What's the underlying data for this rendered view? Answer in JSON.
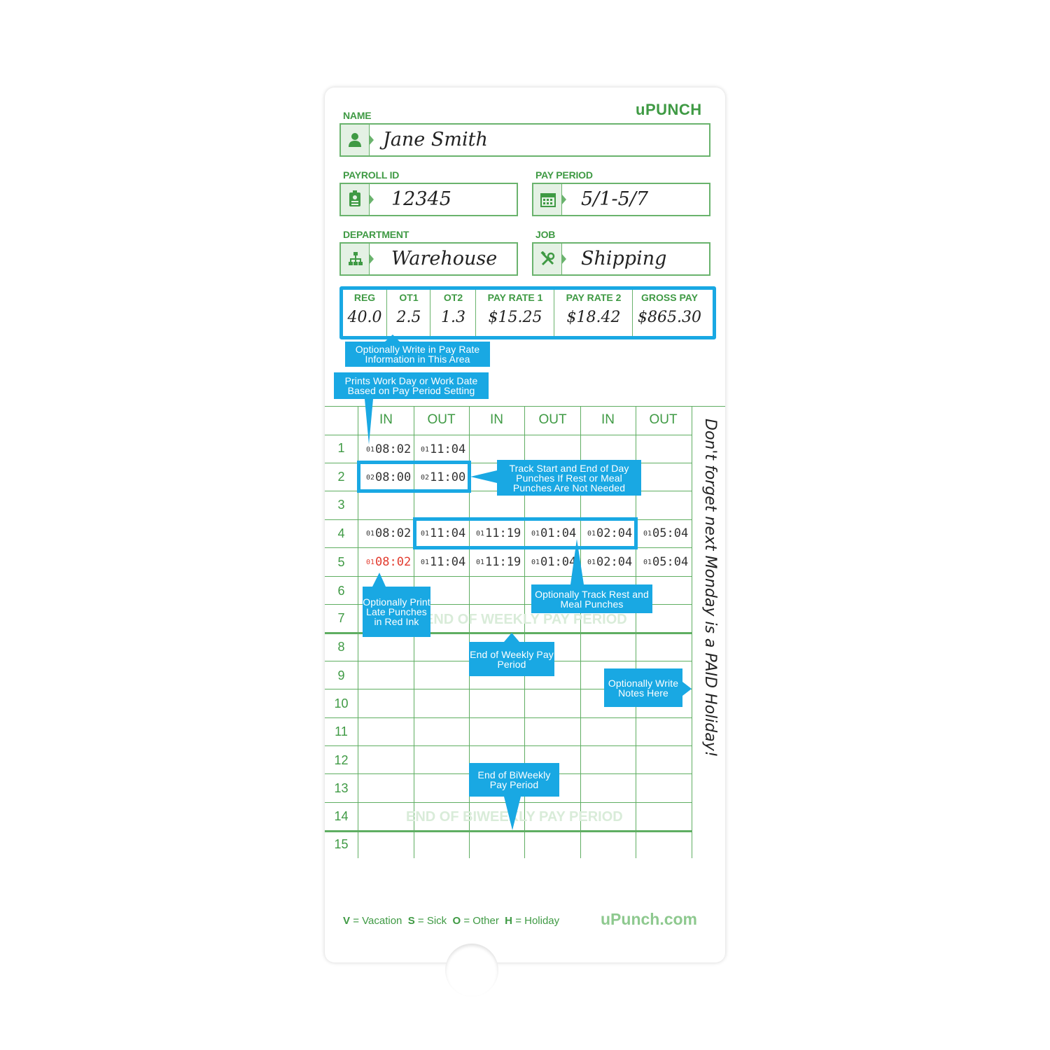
{
  "brand": {
    "logo": "uPUNCH",
    "website": "uPunch.com"
  },
  "fields": {
    "name": {
      "label": "NAME",
      "value": "Jane Smith",
      "icon": "person-icon"
    },
    "payroll_id": {
      "label": "PAYROLL ID",
      "value": "12345",
      "icon": "id-badge-icon"
    },
    "pay_period": {
      "label": "PAY PERIOD",
      "value": "5/1-5/7",
      "icon": "calendar-icon"
    },
    "department": {
      "label": "DEPARTMENT",
      "value": "Warehouse",
      "icon": "org-chart-icon"
    },
    "job": {
      "label": "JOB",
      "value": "Shipping",
      "icon": "tools-icon"
    }
  },
  "pay": {
    "headers": [
      "REG",
      "OT1",
      "OT2",
      "PAY RATE 1",
      "PAY RATE 2",
      "GROSS PAY"
    ],
    "values": [
      "40.0",
      "2.5",
      "1.3",
      "$15.25",
      "$18.42",
      "$865.30"
    ]
  },
  "grid": {
    "columns": [
      "IN",
      "OUT",
      "IN",
      "OUT",
      "IN",
      "OUT"
    ],
    "rows": [
      "1",
      "2",
      "3",
      "4",
      "5",
      "6",
      "7",
      "8",
      "9",
      "10",
      "11",
      "12",
      "13",
      "14",
      "15"
    ],
    "punches": [
      {
        "day": "01",
        "time": "08:02"
      },
      {
        "day": "01",
        "time": "11:04"
      },
      {
        "day": "02",
        "time": "08:00"
      },
      {
        "day": "02",
        "time": "11:00"
      },
      {
        "day": "01",
        "time": "08:02"
      },
      {
        "day": "01",
        "time": "11:04"
      },
      {
        "day": "01",
        "time": "11:19"
      },
      {
        "day": "01",
        "time": "01:04"
      },
      {
        "day": "01",
        "time": "02:04"
      },
      {
        "day": "01",
        "time": "05:04"
      },
      {
        "day": "01",
        "time": "08:02"
      },
      {
        "day": "01",
        "time": "11:04"
      },
      {
        "day": "01",
        "time": "11:19"
      },
      {
        "day": "01",
        "time": "01:04"
      },
      {
        "day": "01",
        "time": "02:04"
      },
      {
        "day": "01",
        "time": "05:04"
      }
    ],
    "weekly_marker": "END OF WEEKLY PAY PERIOD",
    "biweekly_marker": "END OF BIWEEKLY PAY PERIOD",
    "note": "Don't forget next Monday is a PAID Holiday!"
  },
  "callouts": {
    "pay_rate": "Optionally Write in Pay Rate Information in This Area",
    "work_day": "Prints Work Day or Work Date Based on Pay Period Setting",
    "start_end": "Track Start and End of Day Punches If Rest or Meal Punches Are Not Needed",
    "rest_meal": "Optionally Track Rest and Meal Punches",
    "late_red": "Optionally Print Late Punches in Red Ink",
    "weekly": "End of Weekly Pay Period",
    "notes": "Optionally Write Notes Here",
    "biweekly": "End of BiWeekly Pay Period"
  },
  "legend": {
    "v_key": "V",
    "v_text": "= Vacation",
    "s_key": "S",
    "s_text": "= Sick",
    "o_key": "O",
    "o_text": "= Other",
    "h_key": "H",
    "h_text": "= Holiday"
  },
  "colors": {
    "green": "#3f9a44",
    "callout_blue": "#19a8e3",
    "late_red": "#e23b2e"
  }
}
